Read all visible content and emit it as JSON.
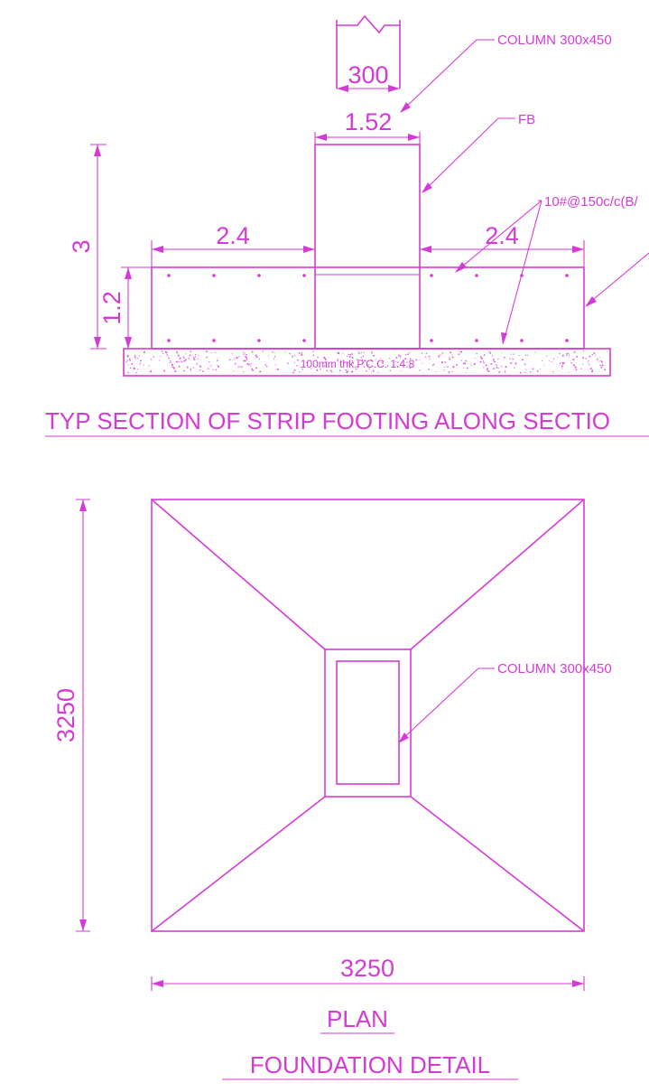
{
  "section": {
    "column_label": "COLUMN 300x450",
    "fb_label": "FB",
    "rebar_label": "10#@150c/c(B/",
    "dim_column_width": "300",
    "dim_fb_width": "1.52",
    "dim_left_projection": "2.4",
    "dim_right_projection": "2.4",
    "dim_total_height": "3",
    "dim_footing_depth": "1.2",
    "pcc_label": "100mm thk P.C.C. 1:4:8",
    "title": "TYP SECTION OF STRIP FOOTING ALONG SECTIO"
  },
  "plan": {
    "column_label": "COLUMN 300x450",
    "dim_height": "3250",
    "dim_width": "3250",
    "title": "PLAN"
  },
  "drawing_title": "FOUNDATION DETAIL",
  "colors": {
    "line": "#d63ad6",
    "background": "#ffffff"
  }
}
